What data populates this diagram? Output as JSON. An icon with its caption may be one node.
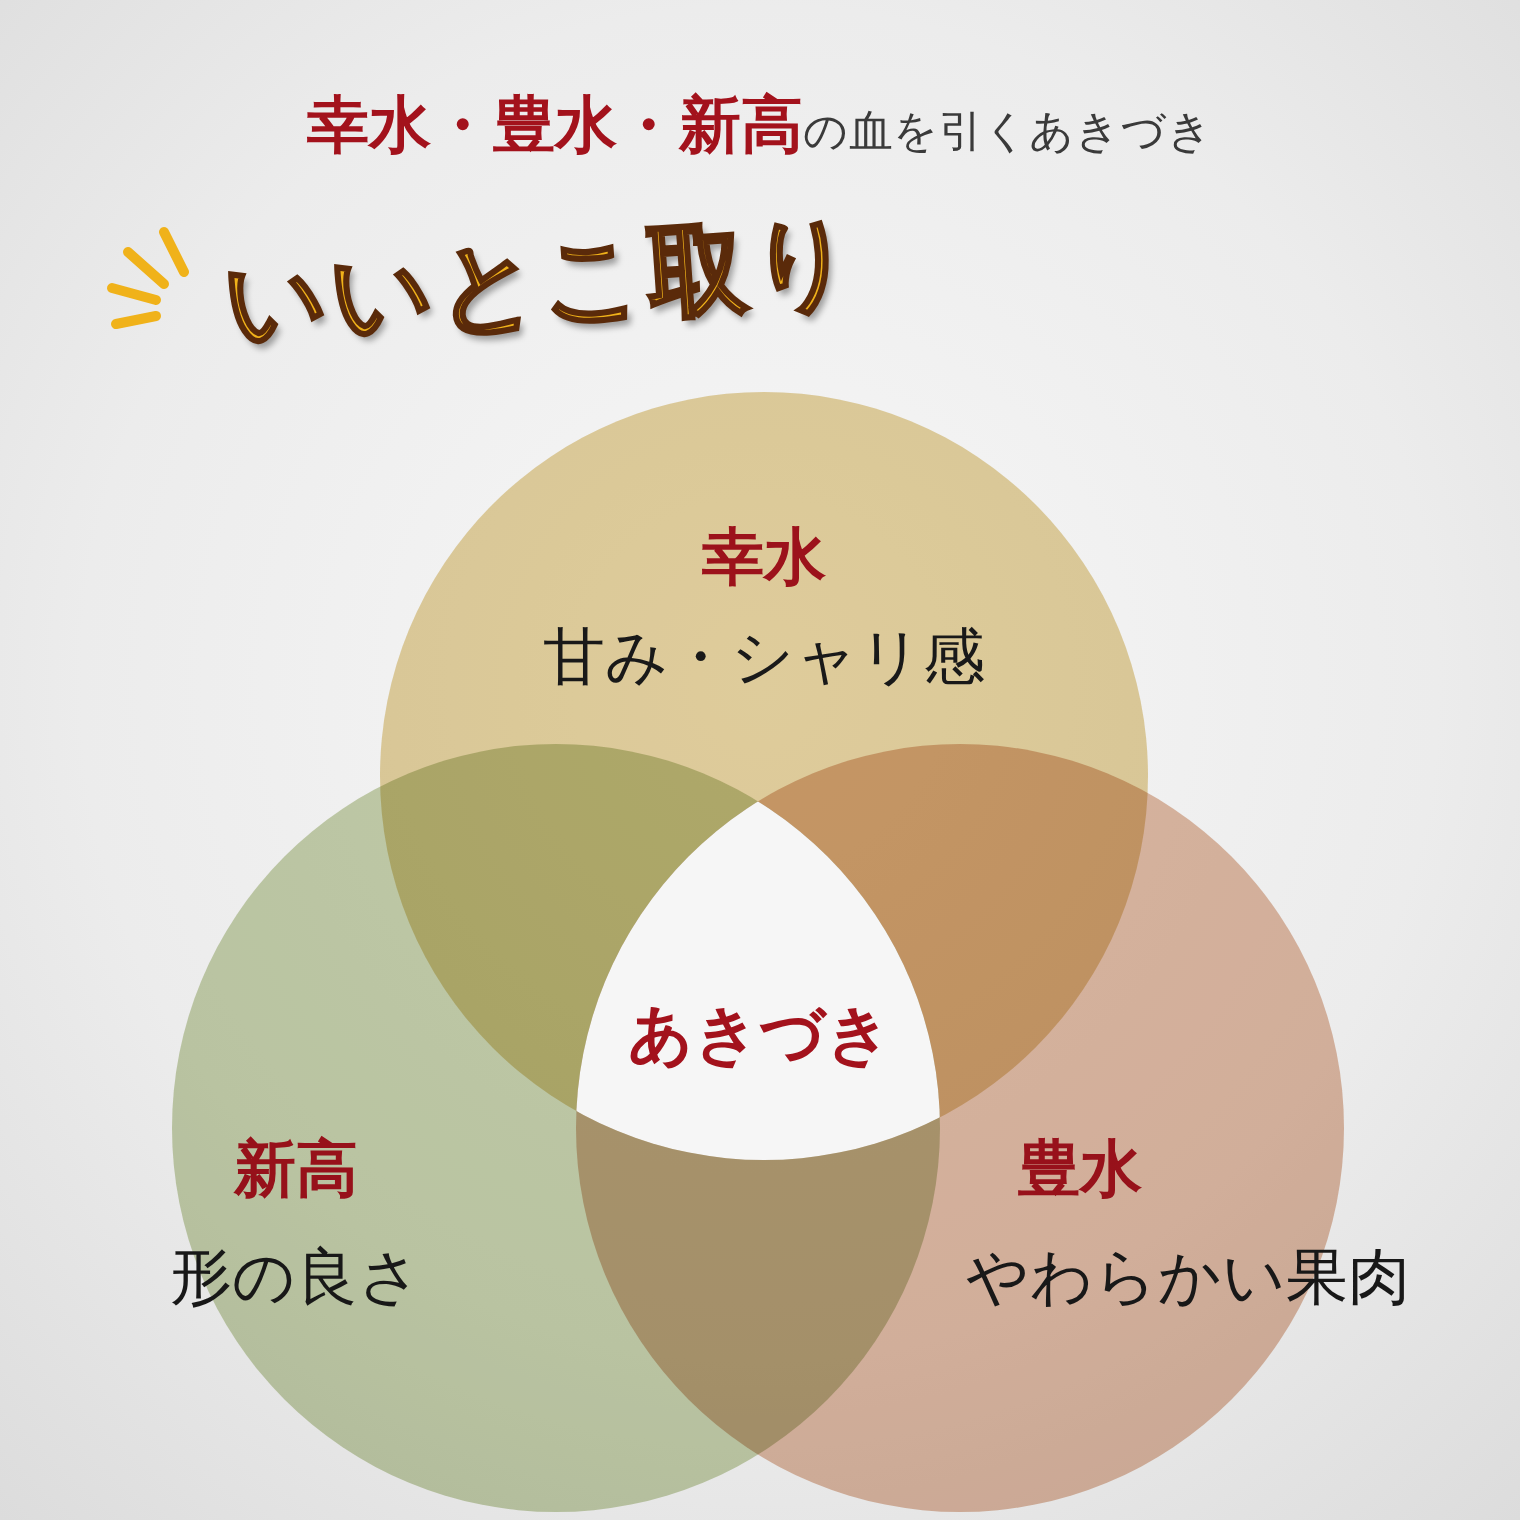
{
  "diagram": {
    "title": "**幸水・豊水・新高**の血を引くあきづき",
    "nodes": [
      {
        "text": [
          "幸水",
          "甘み・シャリ感"
        ]
      },
      {
        "text": [
          "新高",
          "形の良さ"
        ]
      },
      {
        "text": [
          "豊水",
          "やわらかい果肉"
        ]
      },
      {
        "text": [
          "あきづき"
        ]
      }
    ],
    "edges": [],
    "labels": [
      "いいとこ取り"
    ]
  }
}
